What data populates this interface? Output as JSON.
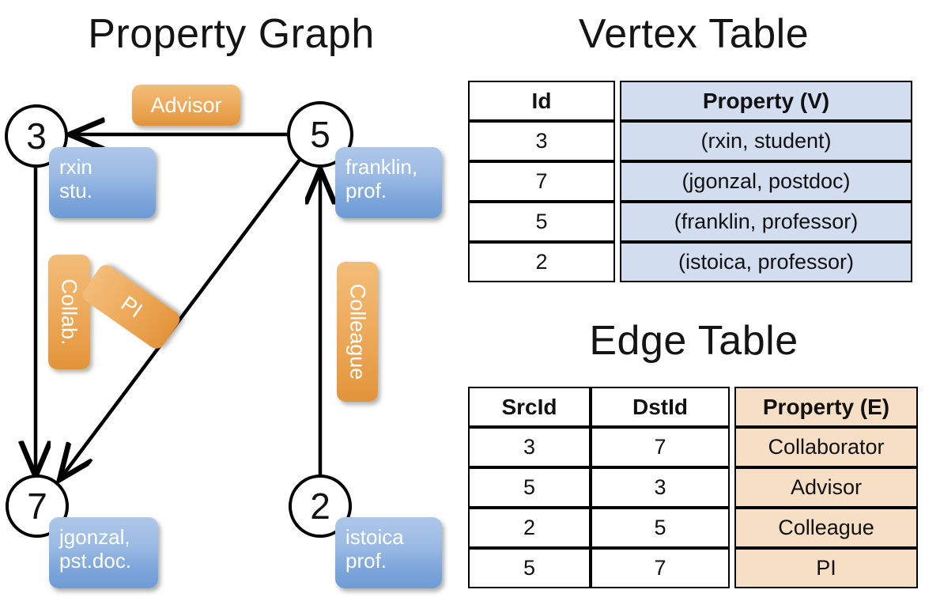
{
  "titles": {
    "property_graph": "Property Graph",
    "vertex_table": "Vertex Table",
    "edge_table": "Edge Table"
  },
  "colors": {
    "vertex_cell_blue": "#d3ddf0",
    "edge_cell_orange": "#f7dfc5",
    "node_box_blue": "#7ba5da",
    "edge_label_orange": "#eeac5e",
    "stroke": "#000000",
    "background": "#ffffff"
  },
  "graph": {
    "nodes": [
      {
        "id": "3",
        "property_line1": "rxin",
        "property_line2": "stu."
      },
      {
        "id": "5",
        "property_line1": "franklin,",
        "property_line2": "prof."
      },
      {
        "id": "7",
        "property_line1": "jgonzal,",
        "property_line2": "pst.doc."
      },
      {
        "id": "2",
        "property_line1": "istoica",
        "property_line2": "prof."
      }
    ],
    "edge_labels": [
      {
        "name": "advisor",
        "label": "Advisor"
      },
      {
        "name": "collab",
        "label": "Collab."
      },
      {
        "name": "pi",
        "label": "PI"
      },
      {
        "name": "colleague",
        "label": "Colleague"
      }
    ],
    "edges": [
      {
        "from": "5",
        "to": "3",
        "label": "Advisor"
      },
      {
        "from": "3",
        "to": "7",
        "label": "Collab."
      },
      {
        "from": "5",
        "to": "7",
        "label": "PI"
      },
      {
        "from": "2",
        "to": "5",
        "label": "Colleague"
      }
    ]
  },
  "vertex_table": {
    "headers": [
      "Id",
      "Property (V)"
    ],
    "rows": [
      {
        "id": "3",
        "property": "(rxin, student)"
      },
      {
        "id": "7",
        "property": "(jgonzal, postdoc)"
      },
      {
        "id": "5",
        "property": "(franklin, professor)"
      },
      {
        "id": "2",
        "property": "(istoica, professor)"
      }
    ]
  },
  "edge_table": {
    "headers": [
      "SrcId",
      "DstId",
      "Property (E)"
    ],
    "rows": [
      {
        "src": "3",
        "dst": "7",
        "property": "Collaborator"
      },
      {
        "src": "5",
        "dst": "3",
        "property": "Advisor"
      },
      {
        "src": "2",
        "dst": "5",
        "property": "Colleague"
      },
      {
        "src": "5",
        "dst": "7",
        "property": "PI"
      }
    ]
  }
}
